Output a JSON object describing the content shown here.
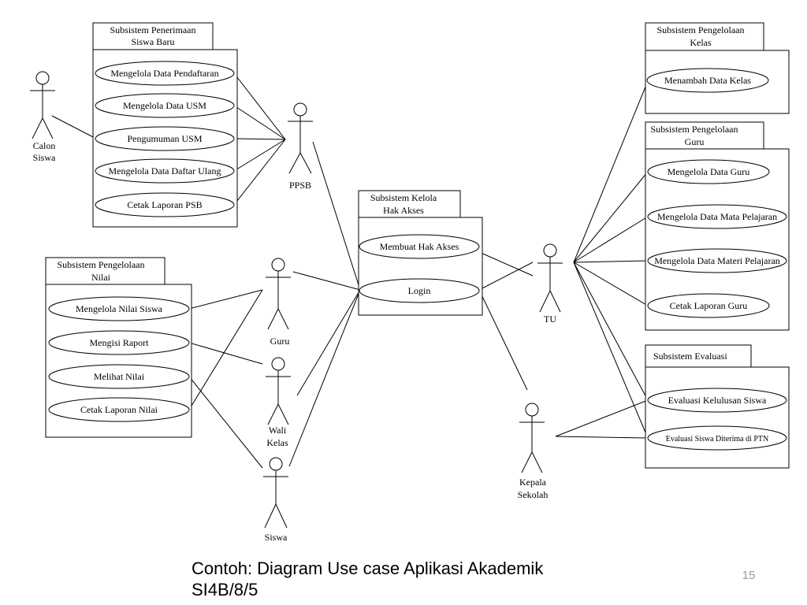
{
  "packages": {
    "psb": {
      "title": [
        "Subsistem Penerimaan",
        "Siswa Baru"
      ]
    },
    "kelas": {
      "title": [
        "Subsistem Pengelolaan",
        "Kelas"
      ]
    },
    "guru": {
      "title": [
        "Subsistem Pengelolaan",
        "Guru"
      ]
    },
    "akses": {
      "title": [
        "Subsistem Kelola",
        "Hak Akses"
      ]
    },
    "nilai": {
      "title": [
        "Subsistem Pengelolaan",
        "Nilai"
      ]
    },
    "evaluasi": {
      "title": [
        "Subsistem Evaluasi"
      ]
    }
  },
  "usecases": {
    "pendaftaran": "Mengelola Data Pendaftaran",
    "usm": "Mengelola Data USM",
    "pengumuman": "Pengumuman USM",
    "daftar_ulang": "Mengelola Data Daftar Ulang",
    "lap_psb": "Cetak Laporan PSB",
    "tambah_kelas": "Menambah Data Kelas",
    "data_guru": "Mengelola Data Guru",
    "mapel": "Mengelola Data Mata Pelajaran",
    "materi": "Mengelola Data Materi Pelajaran",
    "lap_guru": "Cetak Laporan Guru",
    "hak_akses": "Membuat Hak Akses",
    "login": "Login",
    "nilai_siswa": "Mengelola Nilai Siswa",
    "raport": "Mengisi Raport",
    "melihat_nilai": "Melihat Nilai",
    "lap_nilai": "Cetak Laporan Nilai",
    "kelulusan": "Evaluasi Kelulusan Siswa",
    "ptn": "Evaluasi Siswa Diterima di PTN"
  },
  "actors": {
    "calon_siswa": [
      "Calon",
      "Siswa"
    ],
    "ppsb": [
      "PPSB"
    ],
    "guru": [
      "Guru"
    ],
    "wali_kelas": [
      "Wali",
      "Kelas"
    ],
    "siswa": [
      "Siswa"
    ],
    "tu": [
      "TU"
    ],
    "kepala_sekolah": [
      "Kepala",
      "Sekolah"
    ]
  },
  "caption": {
    "line1": "Contoh: Diagram Use case Aplikasi Akademik",
    "line2": "SI4B/8/5"
  },
  "page_number": "15"
}
